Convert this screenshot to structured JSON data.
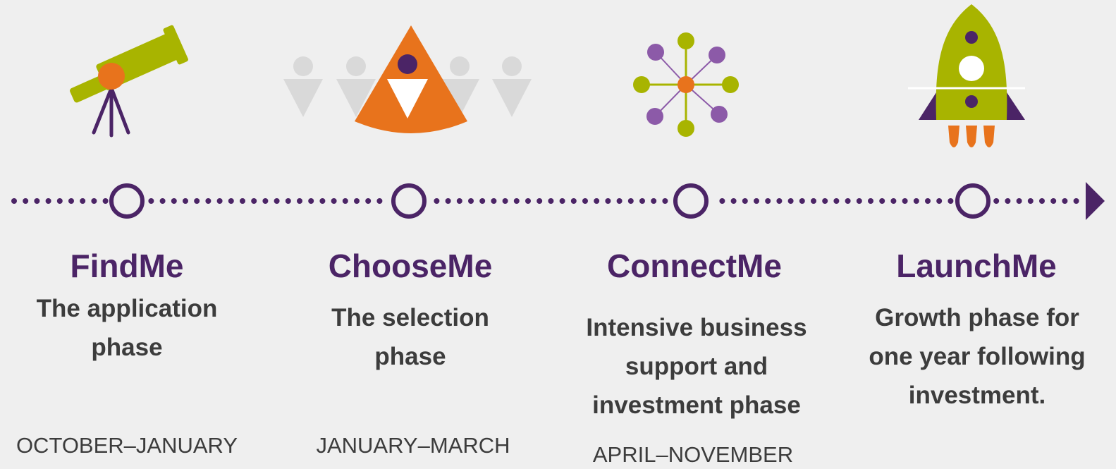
{
  "colors": {
    "purple": "#4b2466",
    "olive": "#a8b400",
    "orange": "#e8731c",
    "lavender": "#8c5aa8",
    "grey_figure": "#d9d9d9",
    "text_dark": "#3c3c3c",
    "background": "#efefef"
  },
  "phases": [
    {
      "name": "FindMe",
      "description": "The application phase",
      "dates": "OCTOBER–JANUARY",
      "icon": "telescope-icon"
    },
    {
      "name": "ChooseMe",
      "description": "The selection phase",
      "dates": "JANUARY–MARCH",
      "icon": "selection-cone-icon"
    },
    {
      "name": "ConnectMe",
      "description": "Intensive business support and investment phase",
      "dates": "APRIL–NOVEMBER",
      "icon": "network-icon"
    },
    {
      "name": "LaunchMe",
      "description": "Growth phase for one year following investment.",
      "dates": "",
      "icon": "rocket-icon"
    }
  ]
}
